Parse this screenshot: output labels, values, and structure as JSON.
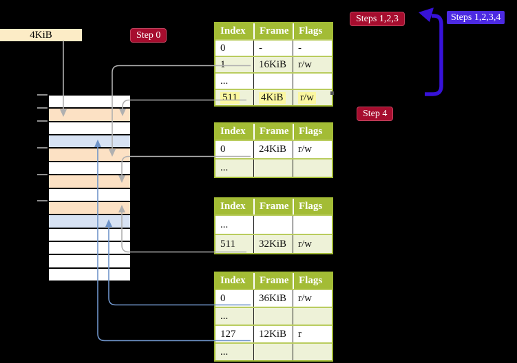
{
  "labels": {
    "frame_box": "4KiB",
    "step0": "Step 0",
    "steps123": "Steps 1,2,3",
    "steps1234": "Steps 1,2,3,4",
    "step4": "Step 4"
  },
  "colors": {
    "table_header": "#a3bc35",
    "table_grid": "#b9cc5e",
    "table_row_shade": "#eef2d8",
    "highlight": "#fbf7a0",
    "strip_peach": "#fce1c4",
    "strip_blue": "#d7e2f3",
    "frame_box_bg": "#fcecc6",
    "badge_red": "#a60d2e",
    "badge_blue": "#4c2ae2",
    "arrow_gray": "#b0b0b0",
    "arrow_steel_blue": "#6f94c9",
    "arrow_thick_blue": "#3712d8"
  },
  "tables": [
    {
      "name": "page-table-level-4",
      "columns": [
        "Index",
        "Frame",
        "Flags"
      ],
      "rows": [
        {
          "cells": [
            "0",
            "-",
            "-"
          ],
          "shaded": false,
          "highlighted": false
        },
        {
          "cells": [
            "1",
            "16KiB",
            "r/w"
          ],
          "shaded": true,
          "highlighted": false
        },
        {
          "cells": [
            "...",
            "",
            ""
          ],
          "shaded": false,
          "highlighted": false
        },
        {
          "cells": [
            "511",
            "4KiB",
            "r/w"
          ],
          "shaded": true,
          "highlighted": true
        }
      ]
    },
    {
      "name": "page-table-level-3",
      "columns": [
        "Index",
        "Frame",
        "Flags"
      ],
      "rows": [
        {
          "cells": [
            "0",
            "24KiB",
            "r/w"
          ],
          "shaded": false,
          "highlighted": false
        },
        {
          "cells": [
            "...",
            "",
            ""
          ],
          "shaded": true,
          "highlighted": false
        }
      ]
    },
    {
      "name": "page-table-level-2",
      "columns": [
        "Index",
        "Frame",
        "Flags"
      ],
      "rows": [
        {
          "cells": [
            "...",
            "",
            ""
          ],
          "shaded": false,
          "highlighted": false
        },
        {
          "cells": [
            "511",
            "32KiB",
            "r/w"
          ],
          "shaded": true,
          "highlighted": false
        }
      ]
    },
    {
      "name": "page-table-level-1",
      "columns": [
        "Index",
        "Frame",
        "Flags"
      ],
      "rows": [
        {
          "cells": [
            "0",
            "36KiB",
            "r/w"
          ],
          "shaded": false,
          "highlighted": false
        },
        {
          "cells": [
            "...",
            "",
            ""
          ],
          "shaded": true,
          "highlighted": false
        },
        {
          "cells": [
            "127",
            "12KiB",
            "r"
          ],
          "shaded": false,
          "highlighted": false
        },
        {
          "cells": [
            "...",
            "",
            ""
          ],
          "shaded": true,
          "highlighted": false
        }
      ]
    }
  ],
  "memory_strip": {
    "rows": [
      "white",
      "peach",
      "white",
      "blue",
      "peach",
      "white",
      "peach",
      "white",
      "peach",
      "blue",
      "white",
      "white",
      "white",
      "white"
    ]
  }
}
